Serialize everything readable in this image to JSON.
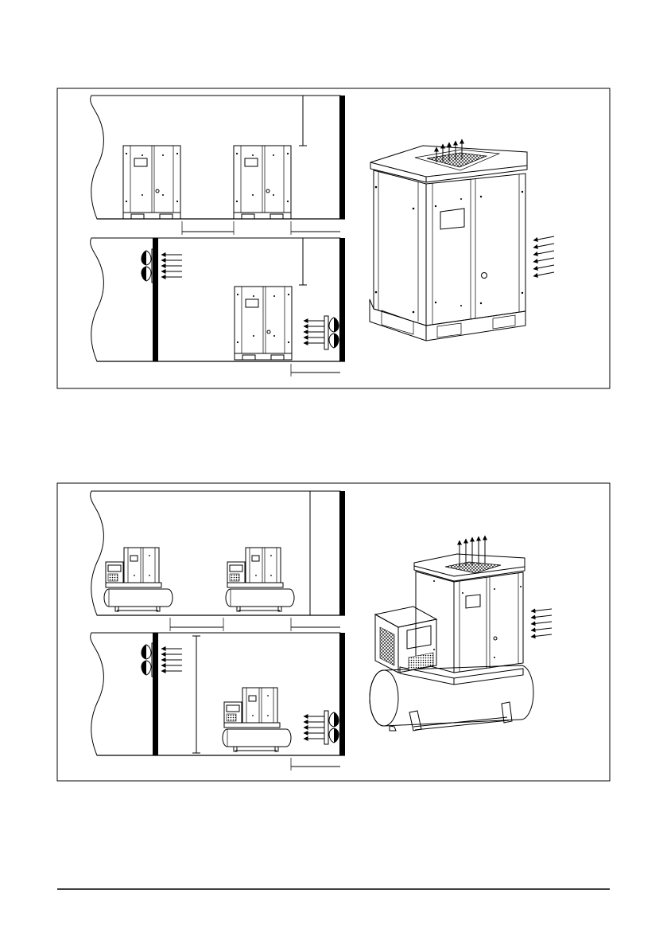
{
  "figures": [
    {
      "id": "compressor-installation-layout",
      "variant": "base-mounted"
    },
    {
      "id": "tank-mounted-installation-layout",
      "variant": "tank-and-dryer"
    }
  ]
}
